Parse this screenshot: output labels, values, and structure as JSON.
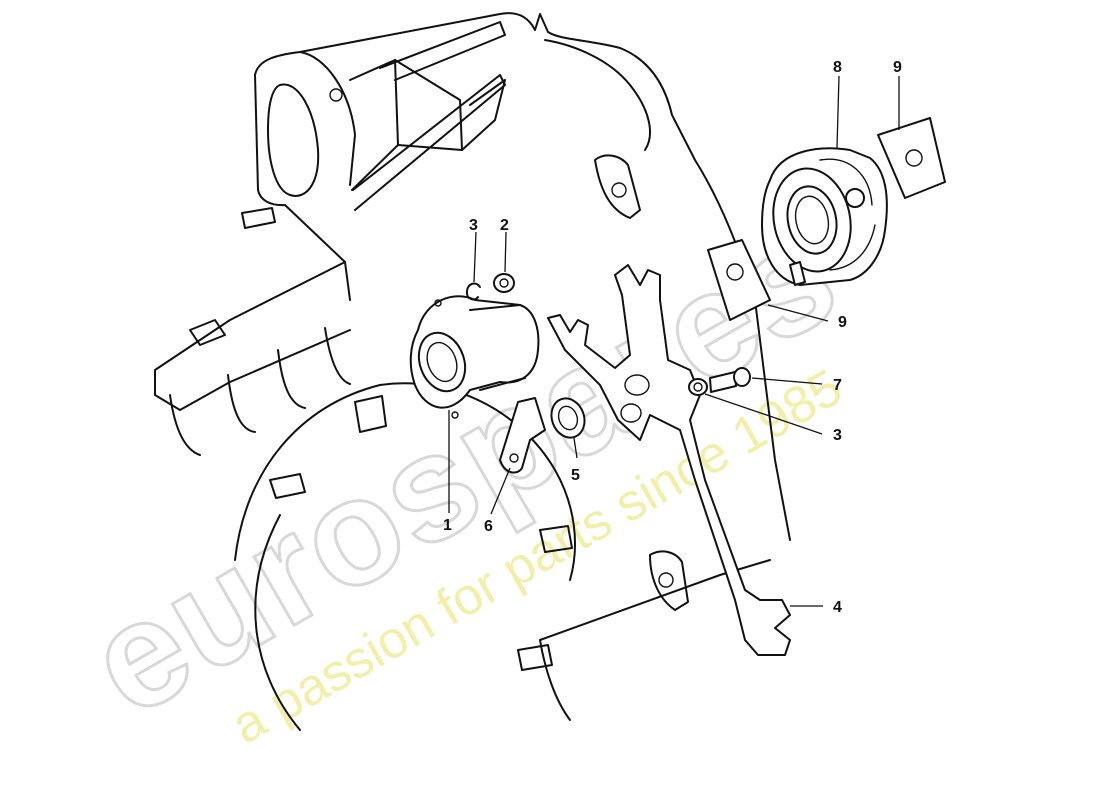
{
  "watermark": {
    "logo_text": "eurospares",
    "tagline": "a passion for parts since 1985",
    "logo_color": "#d8d8d8",
    "tagline_color": "#f0ed9c"
  },
  "callouts": [
    {
      "id": "1",
      "label": "1"
    },
    {
      "id": "2",
      "label": "2"
    },
    {
      "id": "3a",
      "label": "3"
    },
    {
      "id": "3b",
      "label": "3"
    },
    {
      "id": "4",
      "label": "4"
    },
    {
      "id": "5",
      "label": "5"
    },
    {
      "id": "6",
      "label": "6"
    },
    {
      "id": "7",
      "label": "7"
    },
    {
      "id": "8",
      "label": "8"
    },
    {
      "id": "9a",
      "label": "9"
    },
    {
      "id": "9b",
      "label": "9"
    }
  ]
}
